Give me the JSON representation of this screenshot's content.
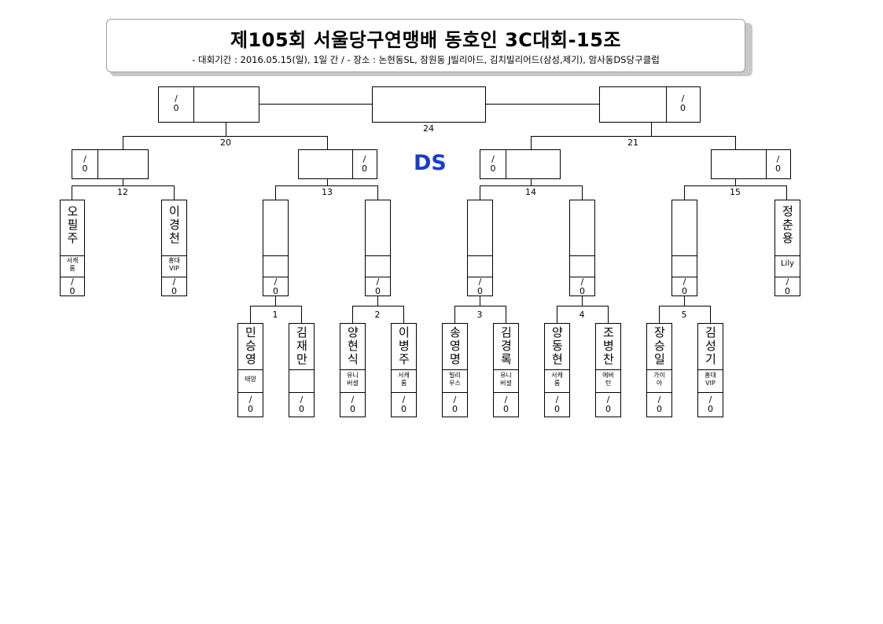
{
  "header": {
    "title": "제105회 서울당구연맹배 동호인 3C대회-15조",
    "subtitle": "- 대회기간 : 2016.05.15(일), 1일 간 / - 장소 : 논현동SL, 잠원동 J빌리아드, 김치빌리어드(삼성,제기), 암사동DS당구클럽"
  },
  "ds_label": "DS",
  "score_mark": "/",
  "score_zero": "0",
  "match_numbers": {
    "m1": "1",
    "m2": "2",
    "m3": "3",
    "m4": "4",
    "m5": "5",
    "m12": "12",
    "m13": "13",
    "m14": "14",
    "m15": "15",
    "m20": "20",
    "m21": "21",
    "m24": "24"
  },
  "players": [
    {
      "name": "오필주",
      "club": "서캐롬"
    },
    {
      "name": "이경천",
      "club": "홍대VIP"
    },
    {
      "name": "정춘용",
      "club": "Lily"
    },
    {
      "name": "민승영",
      "club": "태양"
    },
    {
      "name": "김재만",
      "club": ""
    },
    {
      "name": "양현식",
      "club": "유니버셜"
    },
    {
      "name": "이병주",
      "club": "서캐롬"
    },
    {
      "name": "송영명",
      "club": "빌리우스"
    },
    {
      "name": "김경록",
      "club": "유니버셜"
    },
    {
      "name": "양동현",
      "club": "서캐롬"
    },
    {
      "name": "조병찬",
      "club": "에버턴"
    },
    {
      "name": "장승일",
      "club": "가이아"
    },
    {
      "name": "김성기",
      "club": "홍대VIP"
    }
  ]
}
